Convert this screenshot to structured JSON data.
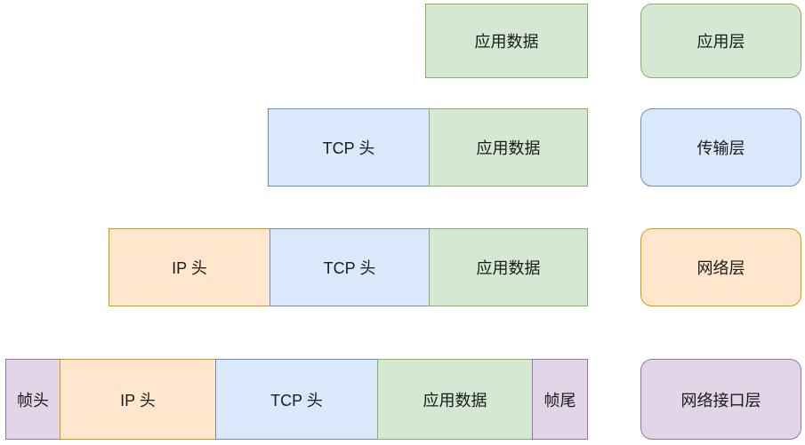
{
  "colors": {
    "green": {
      "fill": "#d5e8d4",
      "border": "#82b366"
    },
    "blue": {
      "fill": "#dae8fc",
      "border": "#6c8ebf"
    },
    "orange": {
      "fill": "#ffe6cc",
      "border": "#d79b00"
    },
    "purple": {
      "fill": "#e1d5e7",
      "border": "#9673a6"
    }
  },
  "rows": [
    {
      "layer": {
        "key": "application-layer",
        "label": "应用层",
        "color": "green"
      },
      "segments": [
        {
          "key": "app-data",
          "label": "应用数据",
          "color": "green",
          "width": 183
        }
      ]
    },
    {
      "layer": {
        "key": "transport-layer",
        "label": "传输层",
        "color": "blue"
      },
      "segments": [
        {
          "key": "tcp-header",
          "label": "TCP 头",
          "color": "blue",
          "width": 182
        },
        {
          "key": "app-data",
          "label": "应用数据",
          "color": "green",
          "width": 179
        }
      ]
    },
    {
      "layer": {
        "key": "network-layer",
        "label": "网络层",
        "color": "orange"
      },
      "segments": [
        {
          "key": "ip-header",
          "label": "IP 头",
          "color": "orange",
          "width": 182
        },
        {
          "key": "tcp-header",
          "label": "TCP 头",
          "color": "blue",
          "width": 180
        },
        {
          "key": "app-data",
          "label": "应用数据",
          "color": "green",
          "width": 179
        }
      ]
    },
    {
      "layer": {
        "key": "network-interface-layer",
        "label": "网络接口层",
        "color": "purple"
      },
      "segments": [
        {
          "key": "frame-header",
          "label": "帧头",
          "color": "purple",
          "width": 62
        },
        {
          "key": "ip-header",
          "label": "IP 头",
          "color": "orange",
          "width": 176
        },
        {
          "key": "tcp-header",
          "label": "TCP 头",
          "color": "blue",
          "width": 183
        },
        {
          "key": "app-data",
          "label": "应用数据",
          "color": "green",
          "width": 175
        },
        {
          "key": "frame-trailer",
          "label": "帧尾",
          "color": "purple",
          "width": 63
        }
      ]
    }
  ]
}
